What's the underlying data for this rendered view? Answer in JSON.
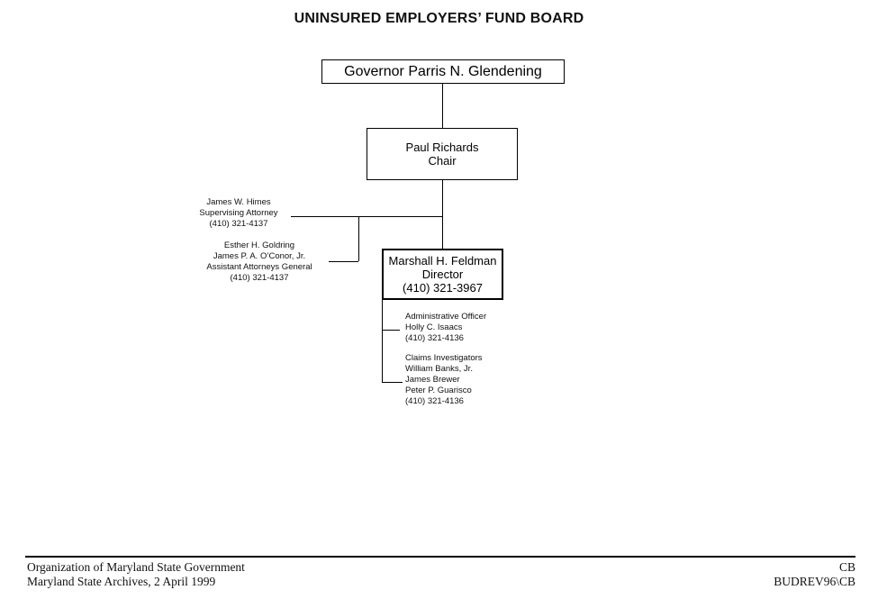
{
  "title": "UNINSURED EMPLOYERS’ FUND BOARD",
  "nodes": {
    "governor": {
      "label": "Governor Parris N. Glendening"
    },
    "chair": {
      "lines": [
        "Paul Richards",
        "Chair"
      ]
    },
    "director": {
      "lines": [
        "Marshall H. Feldman",
        "Director",
        "(410) 321-3967"
      ]
    },
    "supervising_attorney": {
      "lines": [
        "James W. Himes",
        "Supervising Attorney",
        "(410) 321-4137"
      ]
    },
    "assistant_attorneys_general": {
      "lines": [
        "Esther H. Goldring",
        "James P. A. O’Conor, Jr.",
        "Assistant Attorneys General",
        "(410) 321-4137"
      ]
    },
    "administrative_officer": {
      "lines": [
        "Administrative Officer",
        "Holly C. Isaacs",
        "(410) 321-4136"
      ]
    },
    "claims_investigators": {
      "lines": [
        "Claims Investigators",
        "William Banks, Jr.",
        "James Brewer",
        "Peter P. Guarisco",
        "(410) 321-4136"
      ]
    }
  },
  "footer": {
    "left": [
      "Organization of Maryland State Government",
      "Maryland State Archives, 2 April 1999"
    ],
    "right": [
      "CB",
      "BUDREV96\\CB"
    ]
  }
}
